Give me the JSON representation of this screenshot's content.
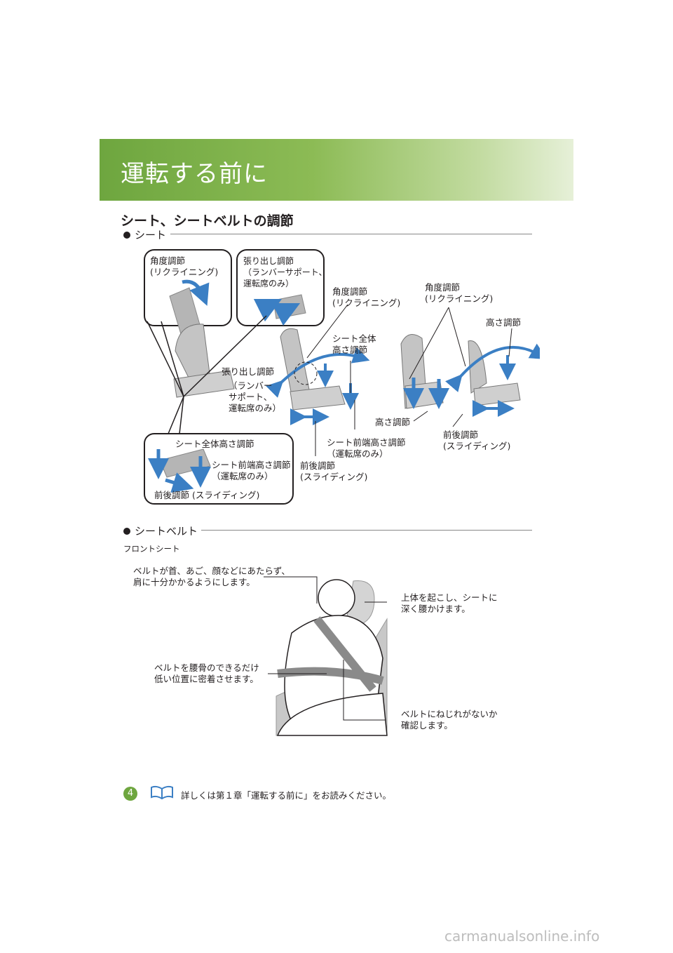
{
  "header": {
    "title": "運転する前に"
  },
  "section": {
    "title": "シート、シートベルトの調節"
  },
  "seat": {
    "heading": "シート",
    "callouts": {
      "box_recline": "角度調節\n(リクライニング)",
      "box_lumbar": "張り出し調節\n（ランバーサポート、\n運転席のみ）",
      "center_recline": "角度調節\n(リクライニング)",
      "center_height": "シート全体\n高さ調節",
      "center_lumbar_a": "張り出し調節",
      "center_lumbar_b": "（ランバー\nサポート、\n運転席のみ）",
      "center_front_height": "シート前端高さ調節\n（運転席のみ）",
      "center_slide": "前後調節\n(スライディング)",
      "right_recline": "角度調節\n(リクライニング)",
      "right_height_top": "高さ調節",
      "right_height_bottom": "高さ調節",
      "right_slide": "前後調節\n(スライディング)",
      "box_overall_height": "シート全体高さ調節",
      "box_front_height": "シート前端高さ調節\n（運転席のみ）",
      "box_slide": "前後調節 (スライディング)"
    }
  },
  "belt": {
    "heading": "シートベルト",
    "subheading": "フロントシート",
    "callouts": {
      "neck": "ベルトが首、あご、顔などにあたらず、\n肩に十分かかるようにします。",
      "posture": "上体を起こし、シートに\n深く腰かけます。",
      "hip": "ベルトを腰骨のできるだけ\n低い位置に密着させます。",
      "twist": "ベルトにねじれがないか\n確認します。"
    }
  },
  "footer": {
    "page_number": "4",
    "note": "詳しくは第１章「運転する前に」をお読みください。",
    "book_icon": "book-icon"
  },
  "watermark": "carmanualsonline.info",
  "colors": {
    "accent": "#6ea63f",
    "arrow": "#3b7fc4",
    "seat": "#b5b5b5"
  }
}
